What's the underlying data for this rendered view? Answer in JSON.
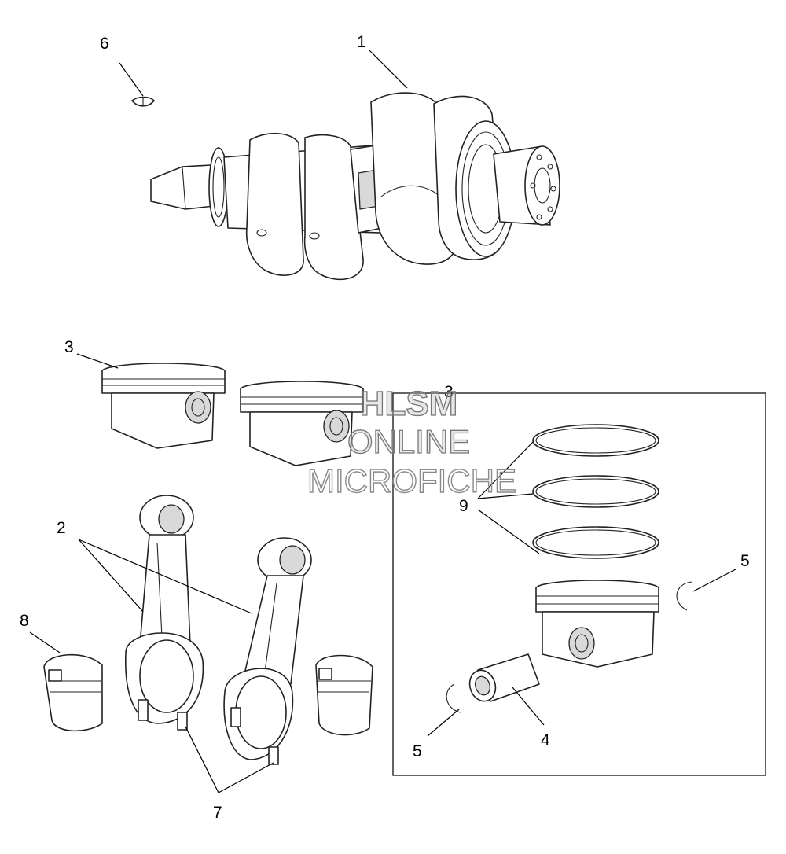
{
  "diagram": {
    "callouts": {
      "crankshaft": "1",
      "connecting_rods": "2",
      "pistons": "3",
      "piston_kit": "3",
      "piston_pin": "4",
      "circlip_right": "5",
      "circlip_left": "5",
      "woodruff_key": "6",
      "rod_bolts": "7",
      "bearing_inserts": "8",
      "piston_rings": "9"
    },
    "watermark": {
      "line1": "HLSM",
      "line2": "ONLINE",
      "line3": "MICROFICHE"
    }
  }
}
